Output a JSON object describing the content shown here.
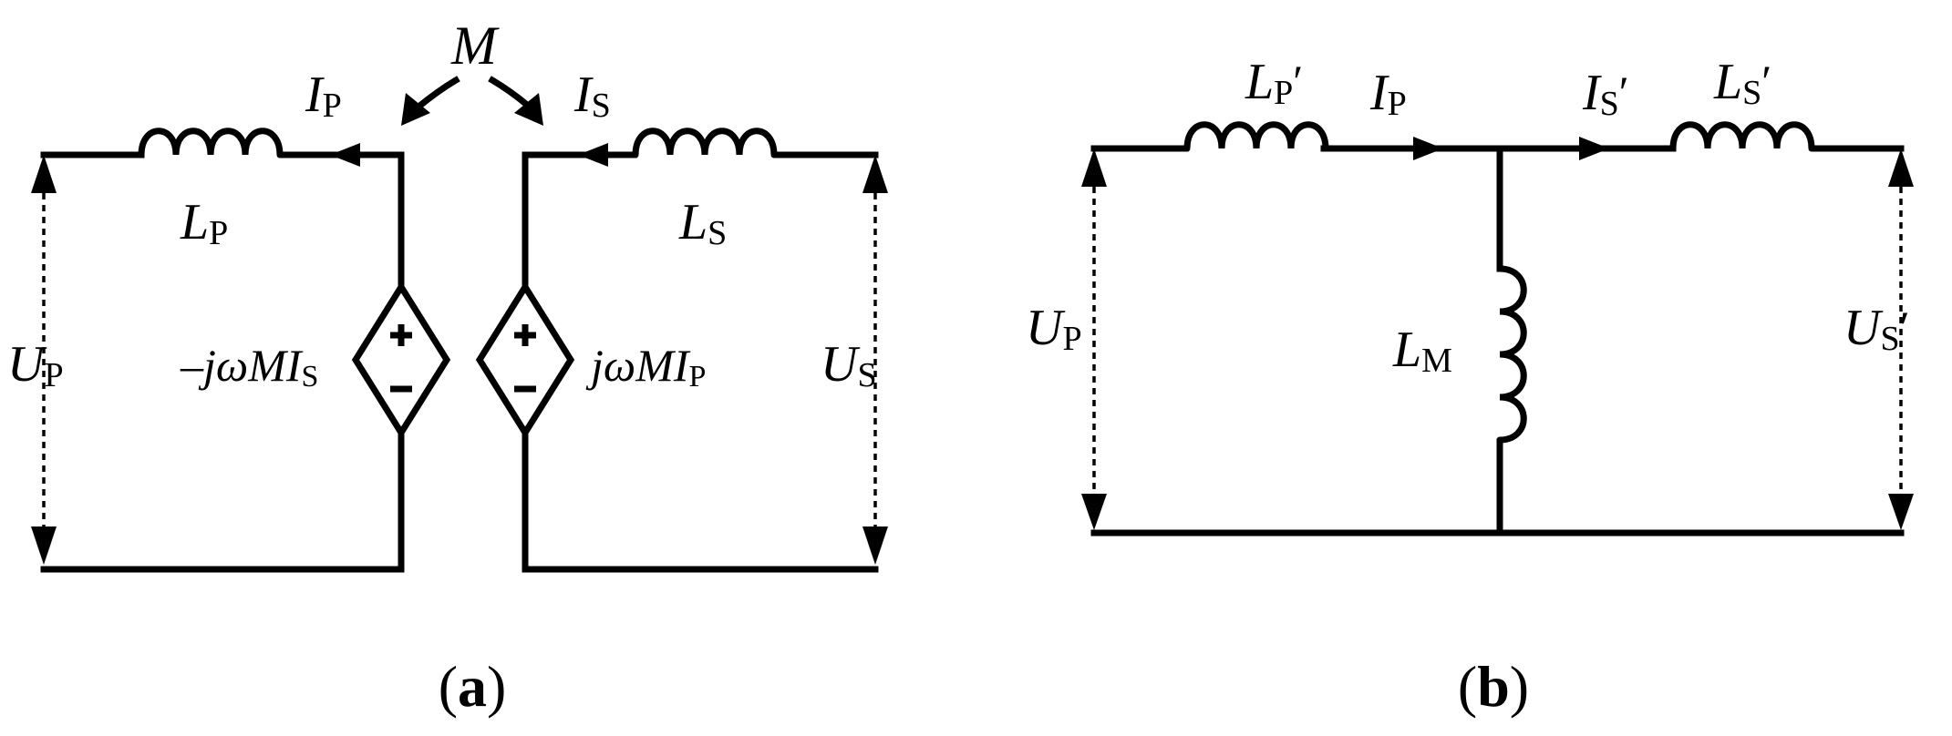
{
  "panel_a": {
    "mutual": "M",
    "ip_label": {
      "main": "I",
      "sub": "P",
      "prime": ""
    },
    "is_label": {
      "main": "I",
      "sub": "S",
      "prime": ""
    },
    "lp_label": {
      "main": "L",
      "sub": "P",
      "prime": ""
    },
    "ls_label": {
      "main": "L",
      "sub": "S",
      "prime": ""
    },
    "up_label": {
      "main": "U",
      "sub": "P",
      "prime": ""
    },
    "us_label": {
      "main": "U",
      "sub": "S",
      "prime": ""
    },
    "src_left": {
      "prefix": "–jωMI",
      "sub": "S"
    },
    "src_right": {
      "prefix": "jωMI",
      "sub": "P"
    },
    "plus": "+",
    "minus": "–",
    "caption": {
      "open": "(",
      "letter": "a",
      "close": ")"
    }
  },
  "panel_b": {
    "lp_label": {
      "main": "L",
      "sub": "P",
      "prime": "′"
    },
    "ip_label": {
      "main": "I",
      "sub": "P",
      "prime": ""
    },
    "is_label": {
      "main": "I",
      "sub": "S",
      "prime": "′"
    },
    "ls_label": {
      "main": "L",
      "sub": "S",
      "prime": "′"
    },
    "up_label": {
      "main": "U",
      "sub": "P",
      "prime": ""
    },
    "lm_label": {
      "main": "L",
      "sub": "M",
      "prime": ""
    },
    "us_label": {
      "main": "U",
      "sub": "S",
      "prime": "′"
    },
    "caption": {
      "open": "(",
      "letter": "b",
      "close": ")"
    }
  }
}
